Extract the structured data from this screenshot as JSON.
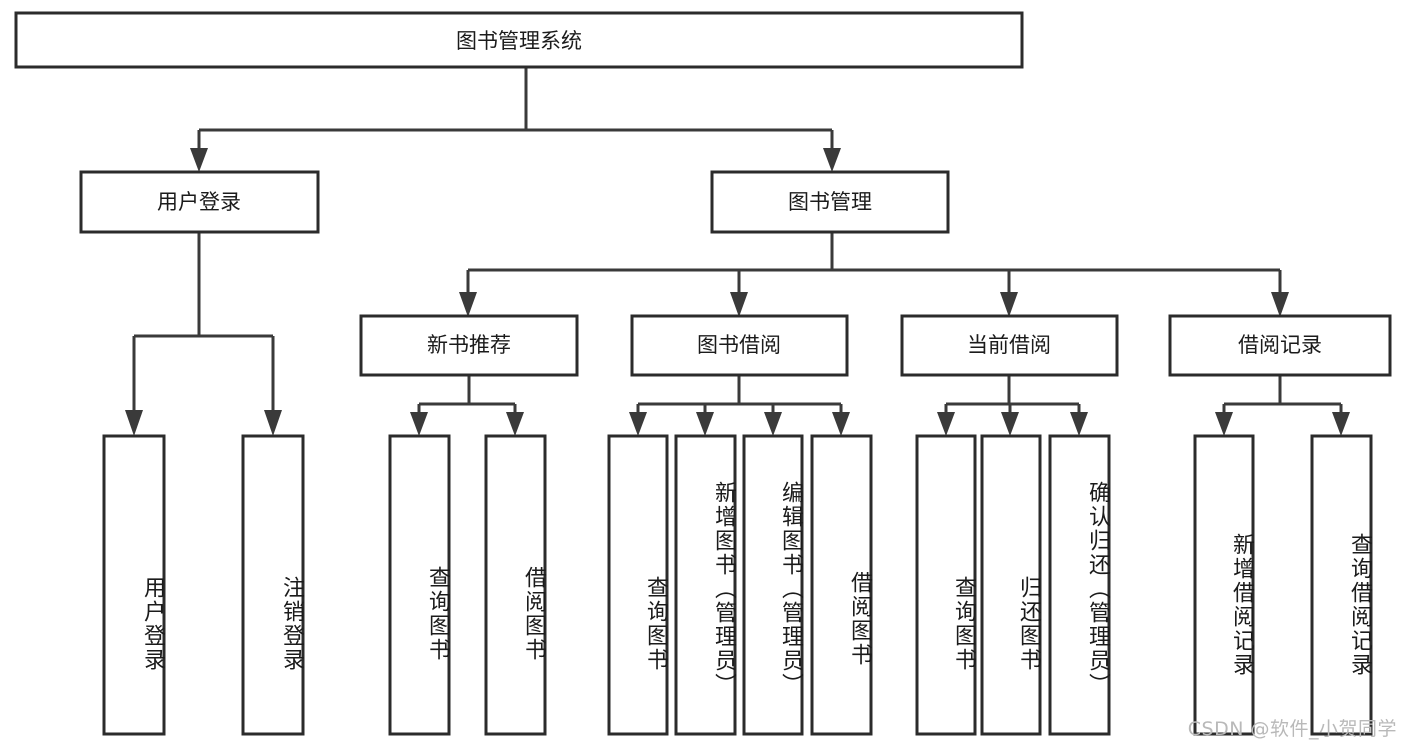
{
  "diagram": {
    "title": "图书管理系统",
    "type": "hierarchy-tree",
    "orientation": "top-down",
    "root": {
      "id": "root",
      "label": "图书管理系统",
      "text_direction": "horizontal"
    },
    "level2": [
      {
        "id": "user-login",
        "label": "用户登录",
        "text_direction": "horizontal"
      },
      {
        "id": "book-management",
        "label": "图书管理",
        "text_direction": "horizontal"
      }
    ],
    "level3": [
      {
        "id": "new-book-recommend",
        "label": "新书推荐",
        "text_direction": "horizontal",
        "parent": "book-management"
      },
      {
        "id": "book-borrow",
        "label": "图书借阅",
        "text_direction": "horizontal",
        "parent": "book-management"
      },
      {
        "id": "current-borrow",
        "label": "当前借阅",
        "text_direction": "horizontal",
        "parent": "book-management"
      },
      {
        "id": "borrow-record",
        "label": "借阅记录",
        "text_direction": "horizontal",
        "parent": "book-management"
      }
    ],
    "leaves": [
      {
        "id": "leaf-user-login",
        "label": "用户登录",
        "parent": "user-login",
        "text_direction": "vertical"
      },
      {
        "id": "leaf-logout-login",
        "label": "注销登录",
        "parent": "user-login",
        "text_direction": "vertical"
      },
      {
        "id": "leaf-query-book-1",
        "label": "查询图书",
        "parent": "new-book-recommend",
        "text_direction": "vertical"
      },
      {
        "id": "leaf-borrow-book-1",
        "label": "借阅图书",
        "parent": "new-book-recommend",
        "text_direction": "vertical"
      },
      {
        "id": "leaf-query-book-2",
        "label": "查询图书",
        "parent": "book-borrow",
        "text_direction": "vertical"
      },
      {
        "id": "leaf-add-book",
        "label": "新增图书（管理员）",
        "parent": "book-borrow",
        "text_direction": "vertical"
      },
      {
        "id": "leaf-edit-book",
        "label": "编辑图书（管理员）",
        "parent": "book-borrow",
        "text_direction": "vertical"
      },
      {
        "id": "leaf-borrow-book-2",
        "label": "借阅图书",
        "parent": "book-borrow",
        "text_direction": "vertical"
      },
      {
        "id": "leaf-query-book-3",
        "label": "查询图书",
        "parent": "current-borrow",
        "text_direction": "vertical"
      },
      {
        "id": "leaf-return-book",
        "label": "归还图书",
        "parent": "current-borrow",
        "text_direction": "vertical"
      },
      {
        "id": "leaf-confirm-return",
        "label": "确认归还（管理员）",
        "parent": "current-borrow",
        "text_direction": "vertical"
      },
      {
        "id": "leaf-add-record",
        "label": "新增借阅记录",
        "parent": "borrow-record",
        "text_direction": "vertical"
      },
      {
        "id": "leaf-query-record",
        "label": "查询借阅记录",
        "parent": "borrow-record",
        "text_direction": "vertical"
      }
    ],
    "colors": {
      "box_fill": "#ffffff",
      "box_stroke": "#2b2b2b",
      "connector": "#3a3a3a",
      "text": "#1b1b1b",
      "watermark": "#b9b9b9",
      "background": "#ffffff"
    }
  },
  "watermark": {
    "text": "CSDN @软件_小贺同学"
  }
}
